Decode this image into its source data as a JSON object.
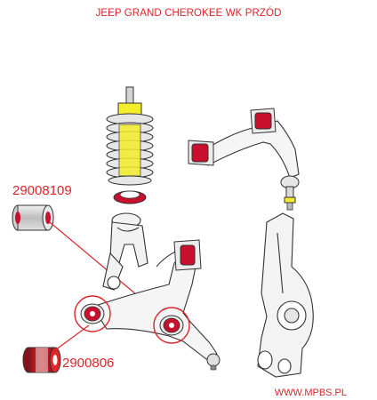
{
  "title": "JEEP GRAND CHEROKEE WK PRZÓD",
  "parts": [
    {
      "number": "29008109"
    },
    {
      "number": "2900806"
    }
  ],
  "website": "WWW.MPBS.PL",
  "colors": {
    "accent": "#d9262b",
    "bushing_red": "#c8102e",
    "spring_yellow": "#f4ee2a",
    "outline": "#333333"
  }
}
